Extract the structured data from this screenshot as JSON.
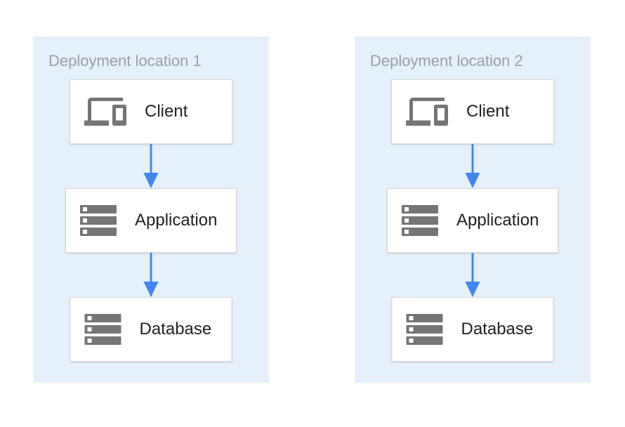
{
  "theme": {
    "page_bg": "#ffffff",
    "panel_bg": "#e5f0fa",
    "arrow_color": "#4285f4",
    "icon_color": "#757575",
    "box_border": "#d9d9d9",
    "title_color": "#9aa0a6",
    "label_color": "#202124"
  },
  "diagram": {
    "panels": [
      {
        "title": "Deployment location 1",
        "nodes": [
          {
            "label": "Client",
            "icon": "devices-icon"
          },
          {
            "label": "Application",
            "icon": "server-stack-icon"
          },
          {
            "label": "Database",
            "icon": "server-stack-icon"
          }
        ],
        "arrows": [
          {
            "from": "Client",
            "to": "Application"
          },
          {
            "from": "Application",
            "to": "Database"
          }
        ]
      },
      {
        "title": "Deployment location 2",
        "nodes": [
          {
            "label": "Client",
            "icon": "devices-icon"
          },
          {
            "label": "Application",
            "icon": "server-stack-icon"
          },
          {
            "label": "Database",
            "icon": "server-stack-icon"
          }
        ],
        "arrows": [
          {
            "from": "Client",
            "to": "Application"
          },
          {
            "from": "Application",
            "to": "Database"
          }
        ]
      }
    ]
  }
}
